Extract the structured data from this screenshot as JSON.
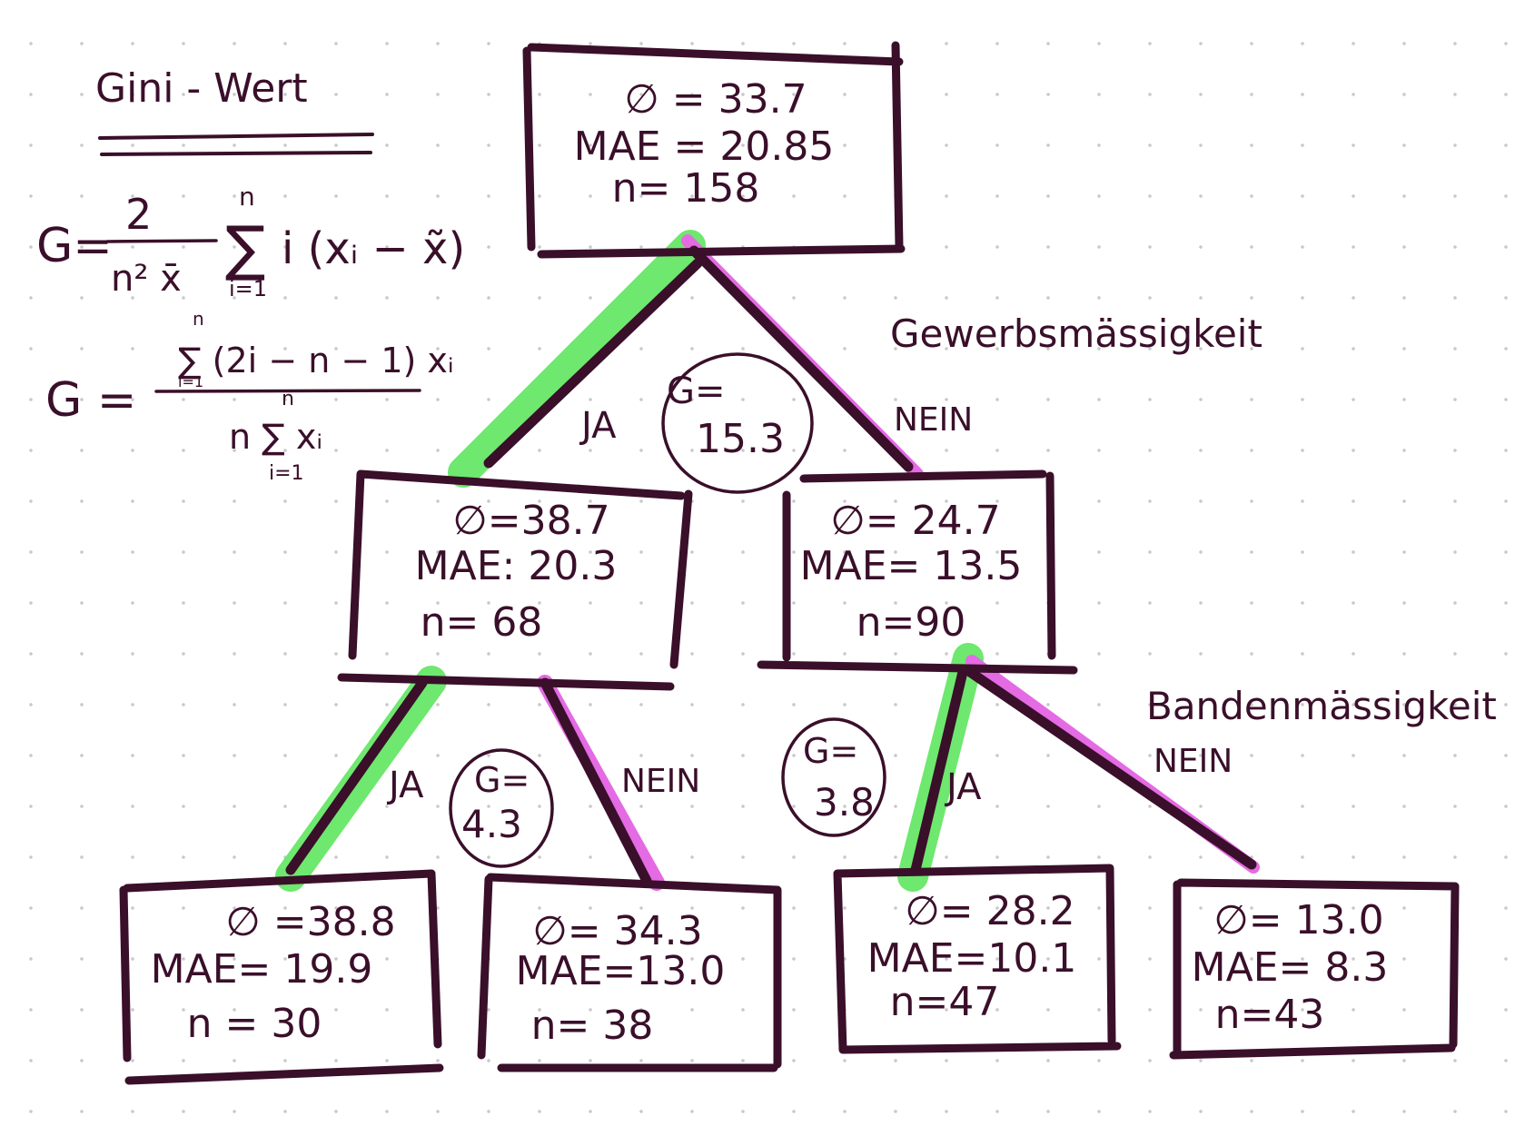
{
  "formulas": {
    "heading": "Gini - Wert",
    "g1": {
      "lhs": "G=",
      "numerator": "2",
      "denominator": "n² x̄",
      "sum_top": "n",
      "sum_bottom": "i=1",
      "term": "i (xᵢ − x̃)"
    },
    "g2": {
      "lhs": "G =",
      "numerator": "∑ (2i − n − 1) xᵢ",
      "num_sum_top": "n",
      "num_sum_bottom": "i=1",
      "denominator": "n ∑ xᵢ",
      "den_sum_top": "n",
      "den_sum_bottom": "i=1"
    }
  },
  "nodes": {
    "root": {
      "mean": "∅ = 33.7",
      "mae": "MAE = 20.85",
      "n": "n= 158"
    },
    "left": {
      "mean": "∅=38.7",
      "mae": "MAE: 20.3",
      "n": "n= 68"
    },
    "right": {
      "mean": "∅= 24.7",
      "mae": "MAE= 13.5",
      "n": "n=90"
    },
    "ll": {
      "mean": "∅ =38.8",
      "mae": "MAE= 19.9",
      "n": "n = 30"
    },
    "lr": {
      "mean": "∅= 34.3",
      "mae": "MAE=13.0",
      "n": "n= 38"
    },
    "rl": {
      "mean": "∅= 28.2",
      "mae": "MAE=10.1",
      "n": "n=47"
    },
    "rr": {
      "mean": "∅= 13.0",
      "mae": "MAE= 8.3",
      "n": "n=43"
    }
  },
  "edges": {
    "root_yes": "JA",
    "root_no": "NEIN",
    "left_yes": "JA",
    "left_no": "NEIN",
    "right_yes": "JA",
    "right_no": "NEIN"
  },
  "splits": {
    "root_feature": "Gewerbsmässigkeit",
    "right_feature": "Bandenmässigkeit"
  },
  "gini": {
    "root": {
      "label": "G=",
      "value": "15.3"
    },
    "left": {
      "label": "G=",
      "value": "4.3"
    },
    "right": {
      "label": "G=",
      "value": "3.8"
    }
  },
  "colors": {
    "ink": "#3a0f2a",
    "yes_highlight": "#6ee86e",
    "no_highlight": "#e46be4",
    "dots": "#c9c9c9"
  }
}
